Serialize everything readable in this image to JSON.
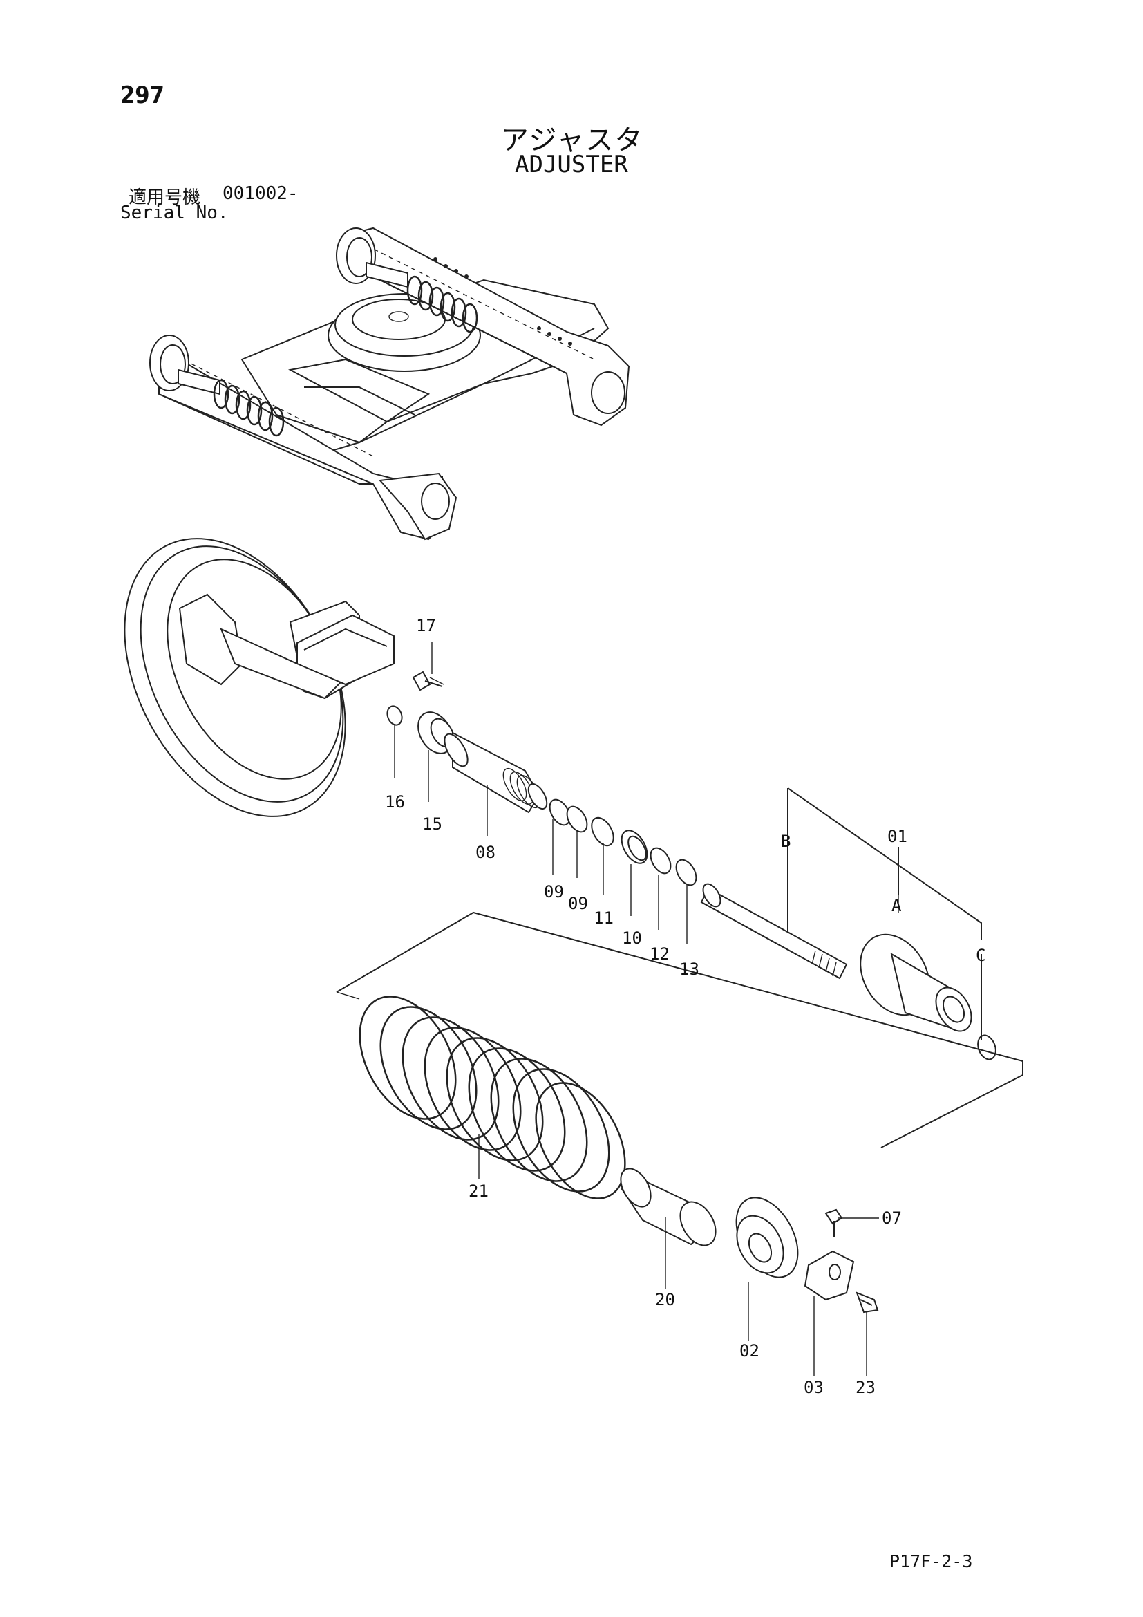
{
  "page": {
    "number": "297",
    "title_jp": "アジャスタ",
    "title_en": "ADJUSTER",
    "serial_label_jp": "適用号機",
    "serial_value": "001002-",
    "serial_label_en": "Serial No.",
    "footer_code": "P17F-2-3"
  },
  "callouts": {
    "p01": "01",
    "p02": "02",
    "p03": "03",
    "p07": "07",
    "p08": "08",
    "p09a": "09",
    "p09b": "09",
    "p10": "10",
    "p11": "11",
    "p12": "12",
    "p13": "13",
    "p15": "15",
    "p16": "16",
    "p17": "17",
    "p20": "20",
    "p21": "21",
    "p23": "23",
    "pA": "A",
    "pB": "B",
    "pC": "C"
  }
}
